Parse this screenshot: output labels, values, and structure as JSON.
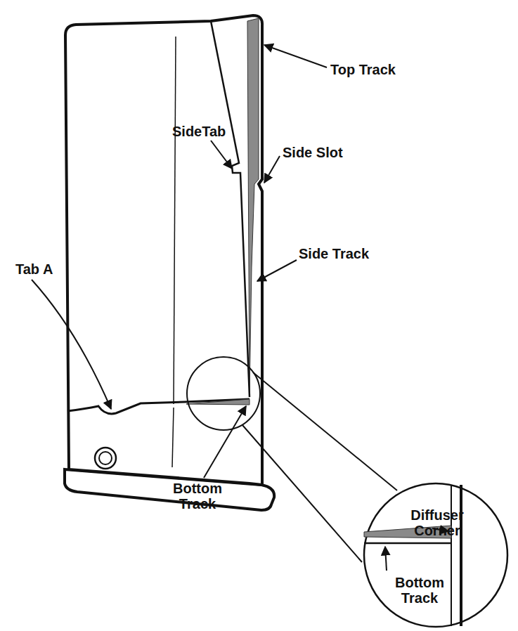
{
  "diagram": {
    "labels": [
      "Top Track",
      "SideTab",
      "Side Slot",
      "Side Track",
      "Tab A",
      "Bottom Track",
      "Diffuser Corner",
      "Bottom Track"
    ]
  }
}
